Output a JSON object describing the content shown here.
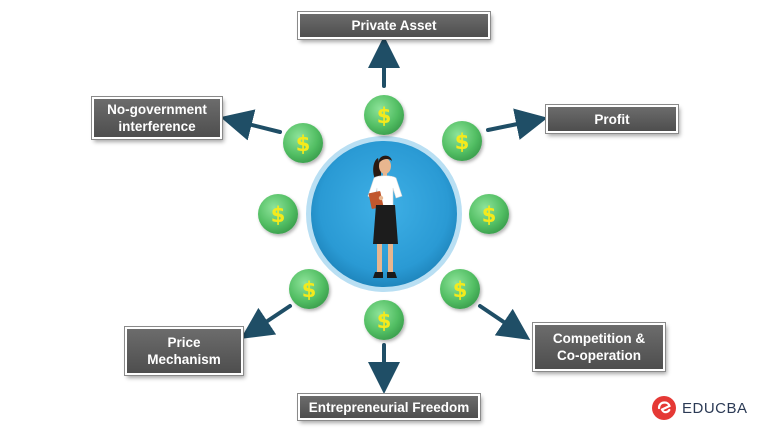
{
  "diagram": {
    "labels": {
      "top": "Private Asset",
      "top_left": "No-government\ninterference",
      "top_right": "Profit",
      "bottom_left": "Price\nMechanism",
      "bottom_right": "Competition  &\nCo-operation",
      "bottom": "Entrepreneurial Freedom"
    },
    "coin_symbol": "$",
    "colors": {
      "center_circle": "#2f9fd8",
      "coin": "#5cc66e",
      "coin_symbol": "#f4ea1f",
      "arrow": "#1f4e66",
      "label_box": "#5a5a5a"
    }
  },
  "logo": {
    "text": "EDUCBA",
    "icon": "educba-logo-icon",
    "color": "#e53935"
  }
}
